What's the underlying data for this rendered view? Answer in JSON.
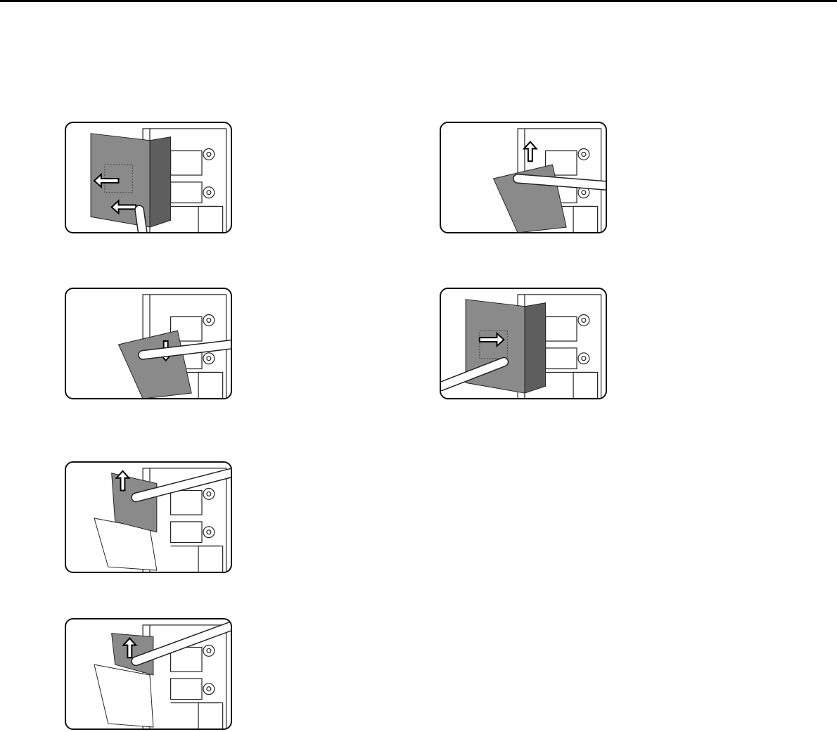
{
  "colors": {
    "rule": "#000000",
    "frame": "#111111",
    "panel": "#8a8a8a",
    "panel_dark": "#5e5e5e",
    "line": "#222222"
  },
  "figures": [
    {
      "icon": "open-side-cover-illustration",
      "arrow": "pull-left-arrow-icon"
    },
    {
      "icon": "lower-side-cover-illustration",
      "arrow": "curved-down-arrow-icon"
    },
    {
      "icon": "lift-inner-guide-illustration",
      "arrow": "up-arrow-icon"
    },
    {
      "icon": "remove-paper-illustration",
      "arrow": "up-arrow-icon"
    },
    {
      "icon": "raise-side-cover-illustration",
      "arrow": "curved-up-arrow-icon"
    },
    {
      "icon": "close-side-cover-illustration",
      "arrow": "push-right-arrow-icon"
    }
  ]
}
